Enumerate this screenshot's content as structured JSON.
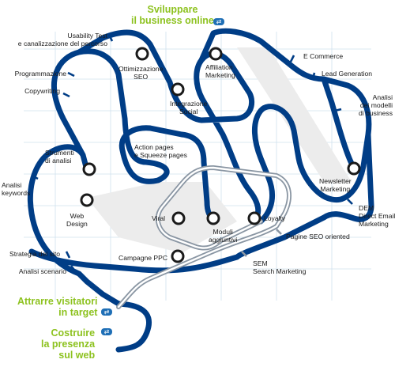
{
  "colors": {
    "blue_line": "#003d86",
    "gray_line": "#8a96a3",
    "green_text": "#8dc21f",
    "station_fill": "#ffffff",
    "station_stroke": "#1a1a1a",
    "grid": "#cfe1ee",
    "shadow": "#ececec",
    "label_text": "#1a1a1a"
  },
  "legend_icon": "train-badge-icon",
  "headlines": {
    "top": [
      "Sviluppare",
      "il business online"
    ],
    "bottom_1": [
      "Attrarre visitatori",
      "in target"
    ],
    "bottom_2": [
      "Costruire",
      "la presenza",
      "sul web"
    ]
  },
  "stations": [
    {
      "id": "ottimizzazione-seo",
      "lines": [
        "Ottimizzazione",
        "SEO"
      ]
    },
    {
      "id": "affiliation-marketing",
      "lines": [
        "Affiliation",
        "Marketing"
      ]
    },
    {
      "id": "integrazione-social",
      "lines": [
        "Integrazione",
        "Social"
      ]
    },
    {
      "id": "strumenti-di-analisi",
      "lines": [
        "Strumenti",
        "di analisi"
      ]
    },
    {
      "id": "web-design",
      "lines": [
        "Web",
        "Design"
      ]
    },
    {
      "id": "newsletter-marketing",
      "lines": [
        "Newsletter",
        "Marketing"
      ]
    },
    {
      "id": "viral",
      "lines": [
        "Viral"
      ]
    },
    {
      "id": "moduli-aggiuntivi",
      "lines": [
        "Moduli",
        "aggiuntivi"
      ]
    },
    {
      "id": "loyalty",
      "lines": [
        "Loyalty"
      ]
    },
    {
      "id": "campagne-ppc",
      "lines": [
        "Campagne PPC"
      ]
    },
    {
      "id": "action-pages",
      "lines": [
        "Action pages",
        "e Squeeze pages"
      ]
    }
  ],
  "stops": [
    {
      "id": "usability-test",
      "lines": [
        "Usability Test",
        "e canalizzazione del percorso"
      ]
    },
    {
      "id": "programmazione",
      "lines": [
        "Programmazione"
      ]
    },
    {
      "id": "copywriting",
      "lines": [
        "Copywriting"
      ]
    },
    {
      "id": "analisi-keywords",
      "lines": [
        "Analisi",
        "keywords"
      ]
    },
    {
      "id": "strategia-del-sito",
      "lines": [
        "Strategia del sito"
      ]
    },
    {
      "id": "analisi-scenario",
      "lines": [
        "Analisi scenario"
      ]
    },
    {
      "id": "e-commerce",
      "lines": [
        "E Commerce"
      ]
    },
    {
      "id": "lead-generation",
      "lines": [
        "Lead Generation"
      ]
    },
    {
      "id": "analisi-modelli-business",
      "lines": [
        "Analisi",
        "dei modelli",
        "di business"
      ]
    },
    {
      "id": "dem",
      "lines": [
        "DEM",
        "Direct Email",
        "Marketing"
      ]
    },
    {
      "id": "pagine-seo-oriented",
      "lines": [
        "Pagine SEO oriented"
      ]
    },
    {
      "id": "sem",
      "lines": [
        "SEM",
        "Search Marketing"
      ]
    }
  ]
}
